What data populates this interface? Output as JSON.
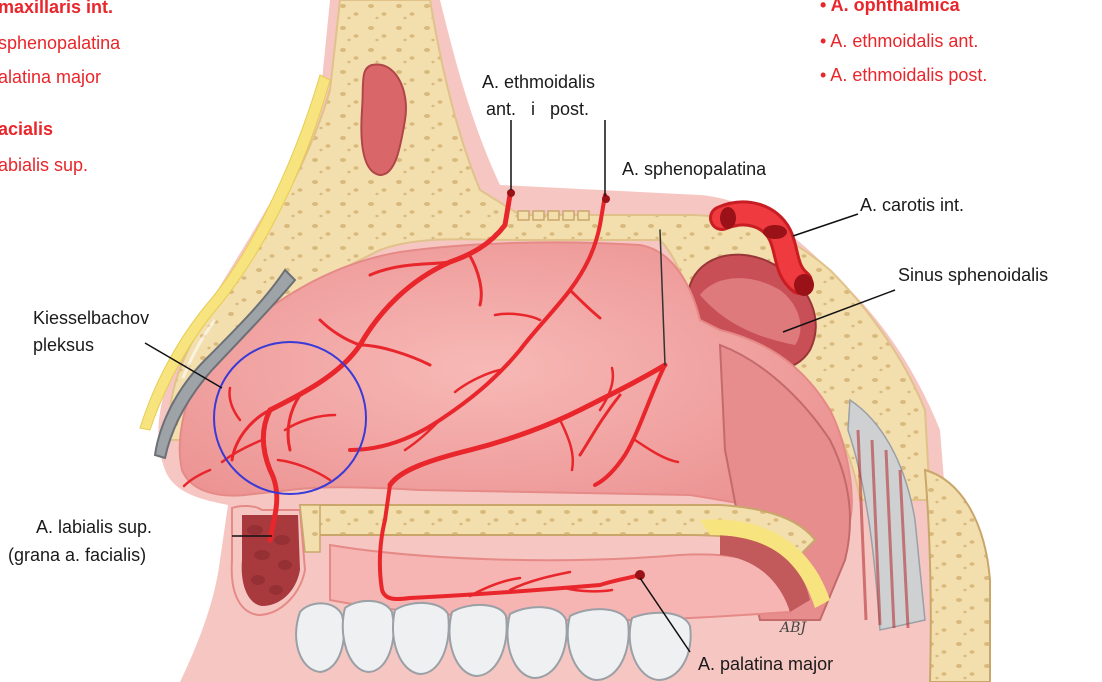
{
  "legend_left": {
    "group1_title": "maxillaris int.",
    "group1_items": [
      "sphenopalatina",
      "alatina major"
    ],
    "group2_title": "acialis",
    "group2_items": [
      "abialis sup."
    ]
  },
  "legend_right": {
    "group_title": "• A. ophthalmica",
    "items": [
      "• A. ethmoidalis ant.",
      "• A. ethmoidalis post."
    ]
  },
  "labels": {
    "ethmoidalis_line1": "A. ethmoidalis",
    "ethmoidalis_line2": "ant.   i   post.",
    "sphenopalatina": "A. sphenopalatina",
    "carotis": "A. carotis int.",
    "sinus": "Sinus sphenoidalis",
    "kiesselbach_line1": "Kiesselbachov",
    "kiesselbach_line2": "pleksus",
    "labialis_line1": "A. labialis sup.",
    "labialis_line2": "(grana a. facialis)",
    "palatina": "A. palatina major"
  },
  "signature": "ABJ",
  "colors": {
    "artery": "#e8262b",
    "bone": "#f2dca8",
    "mucosa": "#f4a3a3",
    "circle": "#3a3ad6",
    "label_red": "#e8262b"
  }
}
